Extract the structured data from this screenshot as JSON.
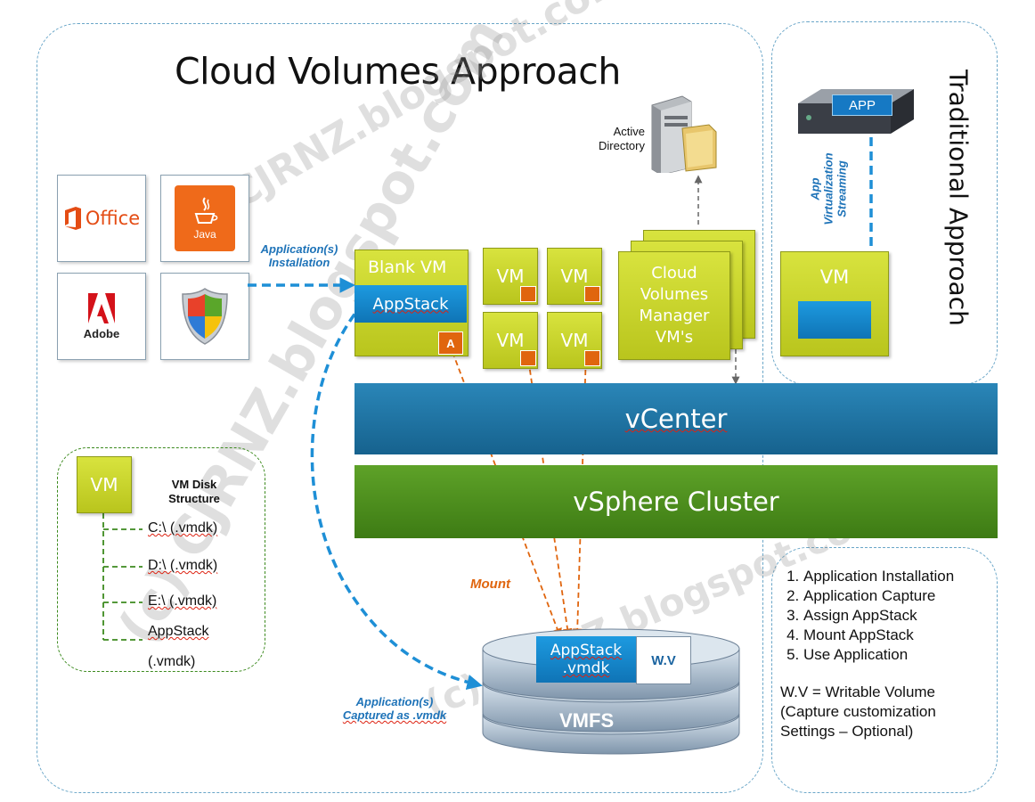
{
  "title": "Cloud Volumes Approach",
  "traditional_title": "Traditional Approach",
  "apps": {
    "office": "Office",
    "java": "Java",
    "adobe": "Adobe"
  },
  "labels": {
    "app_installation": [
      "Application(s)",
      "Installation"
    ],
    "mount": "Mount",
    "captured": [
      "Application(s)",
      "Captured as .vmdk"
    ],
    "app_streaming": [
      "App",
      "Virtualization",
      "Streaming"
    ],
    "active_directory": [
      "Active",
      "Directory"
    ]
  },
  "blank_vm": {
    "label": "Blank VM",
    "appstack": "AppStack",
    "badge": "A"
  },
  "vm_grid": [
    "VM",
    "VM",
    "VM",
    "VM"
  ],
  "cloud_manager": [
    "Cloud",
    "Volumes",
    "Manager",
    "VM's"
  ],
  "vcenter": "vCenter",
  "vsphere": "vSphere Cluster",
  "vmfs": {
    "label": "VMFS",
    "appstack": [
      "AppStack",
      ".vmdk"
    ],
    "wv": "W.V"
  },
  "disk_structure": {
    "vm": "VM",
    "title": [
      "VM Disk",
      "Structure"
    ],
    "items": [
      "C:\\ (.vmdk)",
      "D:\\ (.vmdk)",
      "E:\\ (.vmdk)",
      "AppStack",
      "(.vmdk)"
    ]
  },
  "traditional": {
    "app": "APP",
    "vm": "VM"
  },
  "steps": [
    "Application Installation",
    "Application Capture",
    "Assign AppStack",
    "Mount AppStack",
    "Use Application"
  ],
  "notes": [
    "W.V = Writable Volume",
    "(Capture customization",
    "Settings – Optional)"
  ],
  "watermarks": [
    "CJRNZ.blogspot.com",
    "(c) CJRNZ.blogspot.com",
    "(c) CJRNZ.blogspot.com"
  ],
  "colors": {
    "vcenter": "#1d6f9e",
    "vsphere": "#4f8f1c",
    "vm_green": "#c6d12a",
    "orange": "#e0650e",
    "arrow_blue": "#1e8fd6"
  }
}
